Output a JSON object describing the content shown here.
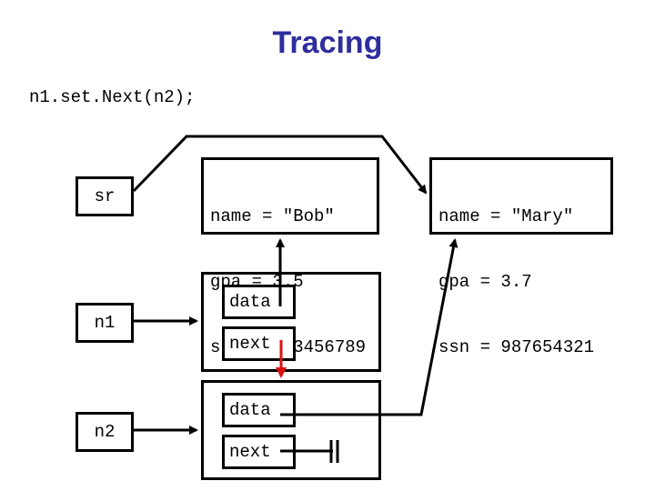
{
  "title": "Tracing",
  "code_line": "n1.set.Next(n2);",
  "vars": {
    "sr": "sr",
    "n1": "n1",
    "n2": "n2"
  },
  "objects": {
    "bob": {
      "name": "name = \"Bob\"",
      "gpa": "gpa = 3.5",
      "ssn": "ssn = 123456789"
    },
    "mary": {
      "name": "name = \"Mary\"",
      "gpa": "gpa = 3.7",
      "ssn": "ssn = 987654321"
    }
  },
  "nodes": {
    "n1": {
      "data": "data",
      "next": "next"
    },
    "n2": {
      "data": "data",
      "next": "next"
    }
  },
  "colors": {
    "title": "#2e2e9e",
    "highlight_arrow": "#e01010",
    "ink": "#000000"
  }
}
